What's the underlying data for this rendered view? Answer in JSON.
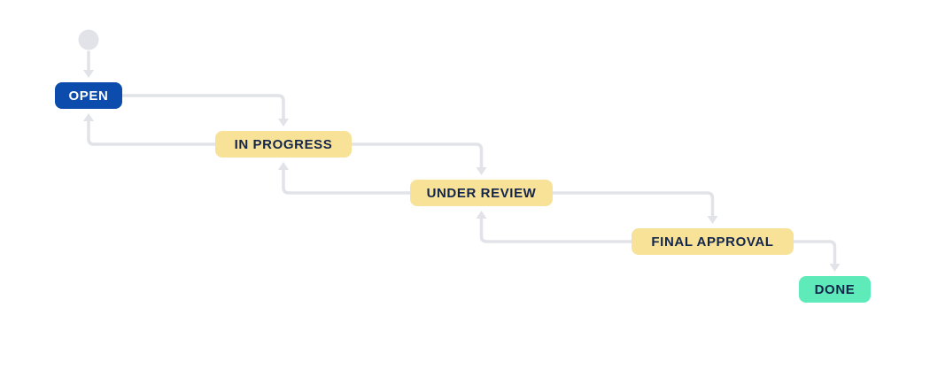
{
  "diagram": {
    "type": "workflow",
    "background": "#FFFFFF",
    "connector_color": "#E1E3E8",
    "start": {
      "name": "start",
      "color": "#E2E3E8"
    },
    "nodes": [
      {
        "id": "open",
        "label": "OPEN",
        "bg": "#0B4CAD",
        "text_color": "#FFFFFF"
      },
      {
        "id": "in-progress",
        "label": "IN PROGRESS",
        "bg": "#F8E298",
        "text_color": "#13254B"
      },
      {
        "id": "under-review",
        "label": "UNDER REVIEW",
        "bg": "#F8E298",
        "text_color": "#13254B"
      },
      {
        "id": "final-approval",
        "label": "FINAL APPROVAL",
        "bg": "#F8E298",
        "text_color": "#13254B"
      },
      {
        "id": "done",
        "label": "DONE",
        "bg": "#5FEBB9",
        "text_color": "#13254B"
      }
    ],
    "transitions": [
      {
        "from": "start",
        "to": "open",
        "direction": "down"
      },
      {
        "from": "open",
        "to": "in-progress",
        "direction": "forward"
      },
      {
        "from": "in-progress",
        "to": "open",
        "direction": "back"
      },
      {
        "from": "in-progress",
        "to": "under-review",
        "direction": "forward"
      },
      {
        "from": "under-review",
        "to": "in-progress",
        "direction": "back"
      },
      {
        "from": "under-review",
        "to": "final-approval",
        "direction": "forward"
      },
      {
        "from": "final-approval",
        "to": "under-review",
        "direction": "back"
      },
      {
        "from": "final-approval",
        "to": "done",
        "direction": "forward"
      }
    ]
  }
}
